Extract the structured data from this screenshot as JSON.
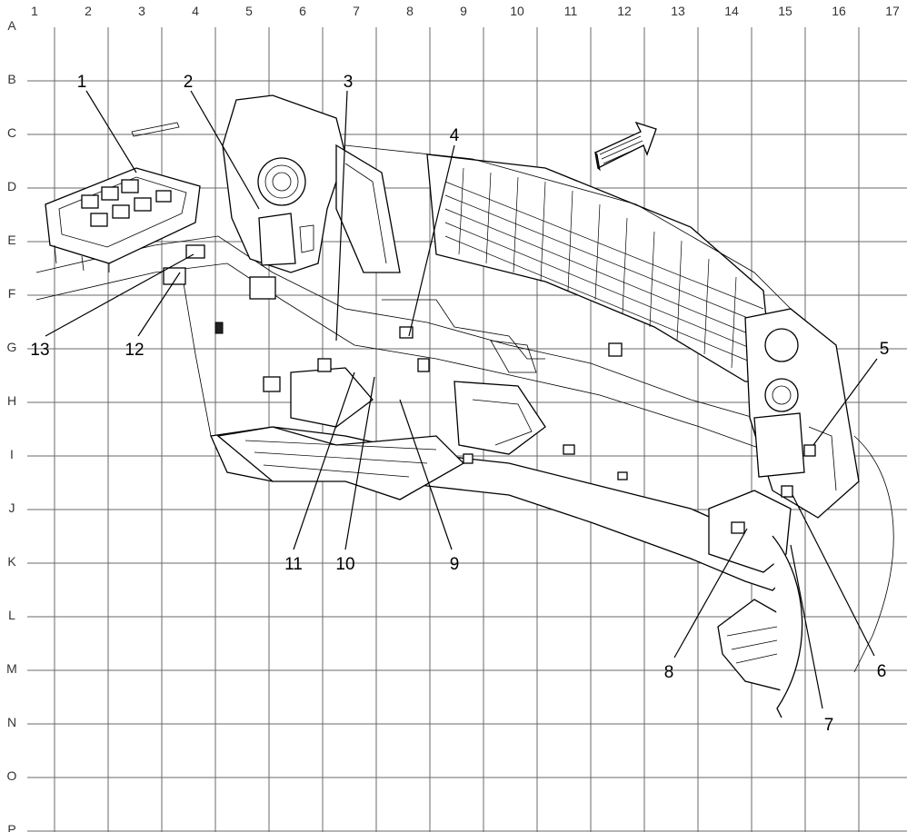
{
  "grid": {
    "columns": [
      "1",
      "2",
      "3",
      "4",
      "5",
      "6",
      "7",
      "8",
      "9",
      "10",
      "11",
      "12",
      "13",
      "14",
      "15",
      "16",
      "17"
    ],
    "rows": [
      "A",
      "B",
      "C",
      "D",
      "E",
      "F",
      "G",
      "H",
      "I",
      "J",
      "K",
      "L",
      "M",
      "N",
      "O",
      "P"
    ]
  },
  "callouts": [
    {
      "id": "1",
      "label": "1"
    },
    {
      "id": "2",
      "label": "2"
    },
    {
      "id": "3",
      "label": "3"
    },
    {
      "id": "4",
      "label": "4"
    },
    {
      "id": "5",
      "label": "5"
    },
    {
      "id": "6",
      "label": "6"
    },
    {
      "id": "7",
      "label": "7"
    },
    {
      "id": "8",
      "label": "8"
    },
    {
      "id": "9",
      "label": "9"
    },
    {
      "id": "10",
      "label": "10"
    },
    {
      "id": "11",
      "label": "11"
    },
    {
      "id": "12",
      "label": "12"
    },
    {
      "id": "13",
      "label": "13"
    }
  ],
  "icons": {
    "front_arrow": "direction-arrow-icon"
  },
  "colors": {
    "grid": "#6a6a6a",
    "ink": "#000000",
    "background": "#ffffff"
  }
}
